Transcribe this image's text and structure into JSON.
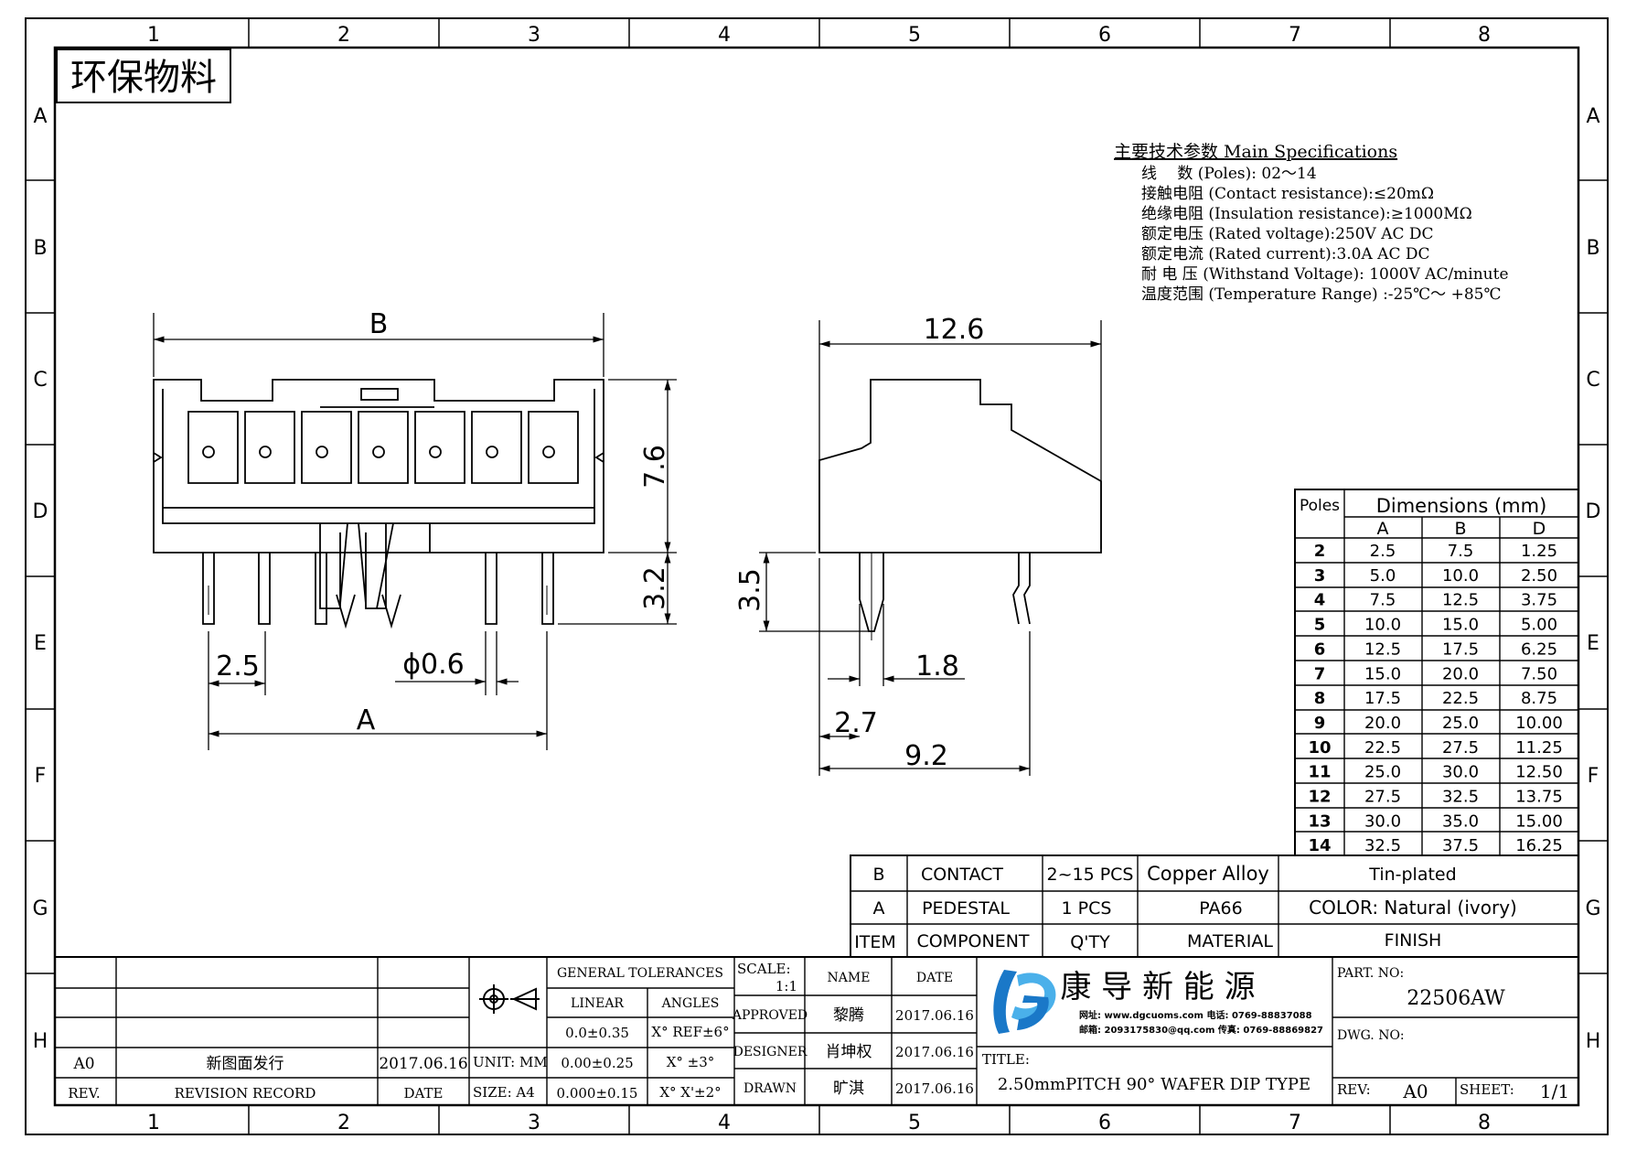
{
  "grid": {
    "columns": [
      "1",
      "2",
      "3",
      "4",
      "5",
      "6",
      "7",
      "8"
    ],
    "rows": [
      "A",
      "B",
      "C",
      "D",
      "E",
      "F",
      "G",
      "H"
    ]
  },
  "badge": "环保物料",
  "specs": {
    "heading": "主要技术参数 Main Specifications",
    "lines": [
      "线　 数 (Poles): 02～14",
      "接触电阻 (Contact resistance):≤20mΩ",
      "绝缘电阻 (Insulation resistance):≥1000MΩ",
      "额定电压 (Rated voltage):250V AC DC",
      "额定电流 (Rated current):3.0A AC DC",
      "耐 电 压 (Withstand Voltage): 1000V AC/minute",
      "温度范围 (Temperature Range) :-25℃～ +85℃"
    ]
  },
  "front_view": {
    "dim_B": "B",
    "dim_A": "A",
    "dim_height": "7.6",
    "dim_pin": "3.2",
    "dim_pitch": "2.5",
    "dim_diameter": "ϕ0.6"
  },
  "side_view": {
    "dim_width": "12.6",
    "dim_pin": "3.5",
    "dim_18": "1.8",
    "dim_27": "2.7",
    "dim_92": "9.2"
  },
  "dim_table": {
    "poles_label": "Poles",
    "title": "Dimensions (mm)",
    "cols": [
      "A",
      "B",
      "D"
    ],
    "rows": [
      [
        "2",
        "2.5",
        "7.5",
        "1.25"
      ],
      [
        "3",
        "5.0",
        "10.0",
        "2.50"
      ],
      [
        "4",
        "7.5",
        "12.5",
        "3.75"
      ],
      [
        "5",
        "10.0",
        "15.0",
        "5.00"
      ],
      [
        "6",
        "12.5",
        "17.5",
        "6.25"
      ],
      [
        "7",
        "15.0",
        "20.0",
        "7.50"
      ],
      [
        "8",
        "17.5",
        "22.5",
        "8.75"
      ],
      [
        "9",
        "20.0",
        "25.0",
        "10.00"
      ],
      [
        "10",
        "22.5",
        "27.5",
        "11.25"
      ],
      [
        "11",
        "25.0",
        "30.0",
        "12.50"
      ],
      [
        "12",
        "27.5",
        "32.5",
        "13.75"
      ],
      [
        "13",
        "30.0",
        "35.0",
        "15.00"
      ],
      [
        "14",
        "32.5",
        "37.5",
        "16.25"
      ]
    ]
  },
  "bom": {
    "rows": [
      [
        "B",
        "CONTACT",
        "2~15 PCS",
        "Copper Alloy",
        "Tin-plated"
      ],
      [
        "A",
        "PEDESTAL",
        "1 PCS",
        "PA66",
        "COLOR: Natural (ivory)"
      ]
    ],
    "header": [
      "ITEM",
      "COMPONENT",
      "Q'TY",
      "MATERIAL",
      "FINISH"
    ]
  },
  "title_block": {
    "revision": {
      "rev": "A0",
      "record": "新图面发行",
      "date": "2017.06.16"
    },
    "rev_header": {
      "rev": "REV.",
      "record": "REVISION RECORD",
      "date": "DATE"
    },
    "unit": "UNIT: MM",
    "size": "SIZE: A4",
    "gen_tol": "GENERAL TOLERANCES",
    "linear": "LINEAR",
    "angles": "ANGLES",
    "tol_linear": [
      "0.0±0.35",
      "0.00±0.25",
      "0.000±0.15"
    ],
    "tol_angles": [
      "X° REF±6°",
      "X° ±3°",
      "X° X'±2°"
    ],
    "scale_label": "SCALE:",
    "scale_value": "1:1",
    "name_header": "NAME",
    "date_header": "DATE",
    "approved": {
      "role": "APPROVED",
      "name": "黎腾",
      "date": "2017.06.16"
    },
    "designer": {
      "role": "DESIGNER",
      "name": "肖坤权",
      "date": "2017.06.16"
    },
    "drawn": {
      "role": "DRAWN",
      "name": "旷淇",
      "date": "2017.06.16"
    },
    "company": "康 导 新 能 源",
    "company_line1": "网址: www.dgcuoms.com  电话: 0769-88837088",
    "company_line2": "邮箱: 2093175830@qq.com  传真: 0769-88869827",
    "title_label": "TITLE:",
    "title": "2.50mmPITCH 90° WAFER DIP TYPE",
    "part_no_label": "PART. NO:",
    "part_no": "22506AW",
    "dwg_no_label": "DWG. NO:",
    "rev_label": "REV:",
    "rev_value": "A0",
    "sheet_label": "SHEET:",
    "sheet_value": "1/1"
  },
  "colors": {
    "line": "#000000",
    "logo_blue": "#1a78c8",
    "logo_light": "#4ab0ea"
  }
}
